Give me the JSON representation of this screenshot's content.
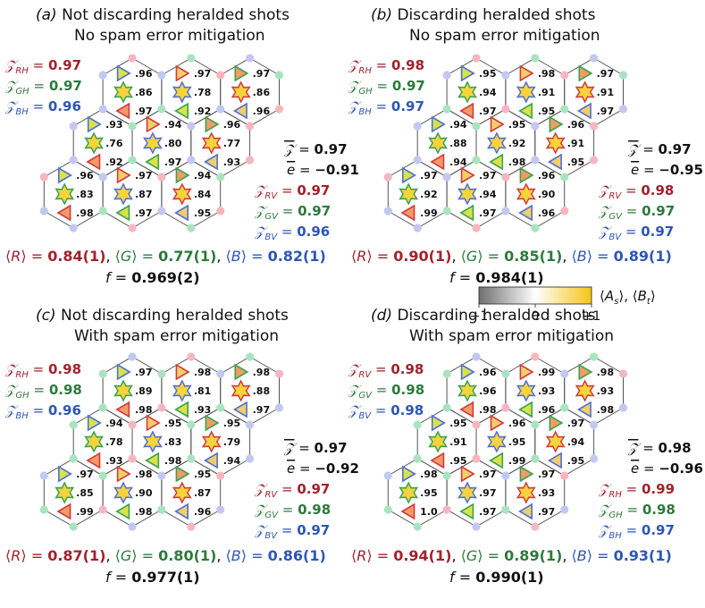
{
  "panels": [
    {
      "tag": "(a)",
      "title1": "Not discarding heralded shots",
      "title2": "No spam error mitigation",
      "top_stats": [
        {
          "sym": "𝒵",
          "sub": "RH",
          "val": "0.97",
          "color": "red"
        },
        {
          "sym": "𝒵",
          "sub": "GH",
          "val": "0.97",
          "color": "green"
        },
        {
          "sym": "𝒵",
          "sub": "BH",
          "val": "0.96",
          "color": "blue"
        }
      ],
      "bottom_stats": [
        {
          "sym": "𝒵",
          "sub": "RV",
          "val": "0.97",
          "color": "red"
        },
        {
          "sym": "𝒵",
          "sub": "GV",
          "val": "0.97",
          "color": "green"
        },
        {
          "sym": "𝒵",
          "sub": "BV",
          "val": "0.96",
          "color": "blue"
        }
      ],
      "zbar": "0.97",
      "ebar": "−0.91",
      "avg_R": "0.84(1)",
      "avg_G": "0.77(1)",
      "avg_B": "0.82(1)",
      "fidelity": "0.969(2)",
      "cells": [
        [
          ".96",
          ".86",
          ".97"
        ],
        [
          ".97",
          ".78",
          ".92"
        ],
        [
          ".97",
          ".86",
          ".96"
        ],
        [
          ".93",
          ".76",
          ".92"
        ],
        [
          ".94",
          ".80",
          ".97"
        ],
        [
          ".96",
          ".77",
          ".93"
        ],
        [
          ".96",
          ".83",
          ".98"
        ],
        [
          ".97",
          ".87",
          ".97"
        ],
        [
          ".94",
          ".84",
          ".95"
        ]
      ]
    },
    {
      "tag": "(b)",
      "title1": "Discarding heralded shots",
      "title2": "No spam error mitigation",
      "top_stats": [
        {
          "sym": "𝒵",
          "sub": "RH",
          "val": "0.98",
          "color": "red"
        },
        {
          "sym": "𝒵",
          "sub": "GH",
          "val": "0.97",
          "color": "green"
        },
        {
          "sym": "𝒵",
          "sub": "BH",
          "val": "0.97",
          "color": "blue"
        }
      ],
      "bottom_stats": [
        {
          "sym": "𝒵",
          "sub": "RV",
          "val": "0.98",
          "color": "red"
        },
        {
          "sym": "𝒵",
          "sub": "GV",
          "val": "0.97",
          "color": "green"
        },
        {
          "sym": "𝒵",
          "sub": "BV",
          "val": "0.97",
          "color": "blue"
        }
      ],
      "zbar": "0.97",
      "ebar": "−0.95",
      "avg_R": "0.90(1)",
      "avg_G": "0.85(1)",
      "avg_B": "0.89(1)",
      "fidelity": "0.984(1)",
      "cells": [
        [
          ".95",
          ".94",
          ".97"
        ],
        [
          ".98",
          ".91",
          ".95"
        ],
        [
          ".97",
          ".91",
          ".97"
        ],
        [
          ".94",
          ".88",
          ".94"
        ],
        [
          ".95",
          ".92",
          ".98"
        ],
        [
          ".96",
          ".91",
          ".95"
        ],
        [
          ".97",
          ".92",
          ".99"
        ],
        [
          ".97",
          ".94",
          ".97"
        ],
        [
          ".96",
          ".90",
          ".96"
        ]
      ]
    },
    {
      "tag": "(c)",
      "title1": "Not discarding heralded shots",
      "title2": "With spam error mitigation",
      "top_stats": [
        {
          "sym": "𝒵",
          "sub": "RH",
          "val": "0.98",
          "color": "red"
        },
        {
          "sym": "𝒵",
          "sub": "GH",
          "val": "0.98",
          "color": "green"
        },
        {
          "sym": "𝒵",
          "sub": "BH",
          "val": "0.96",
          "color": "blue"
        }
      ],
      "bottom_stats": [
        {
          "sym": "𝒵",
          "sub": "RV",
          "val": "0.97",
          "color": "red"
        },
        {
          "sym": "𝒵",
          "sub": "GV",
          "val": "0.98",
          "color": "green"
        },
        {
          "sym": "𝒵",
          "sub": "BV",
          "val": "0.97",
          "color": "blue"
        }
      ],
      "zbar": "0.97",
      "ebar": "−0.92",
      "avg_R": "0.87(1)",
      "avg_G": "0.80(1)",
      "avg_B": "0.86(1)",
      "fidelity": "0.977(1)",
      "cells": [
        [
          ".97",
          ".89",
          ".98"
        ],
        [
          ".98",
          ".81",
          ".93"
        ],
        [
          ".98",
          ".88",
          ".97"
        ],
        [
          ".94",
          ".78",
          ".93"
        ],
        [
          ".95",
          ".83",
          ".98"
        ],
        [
          ".95",
          ".79",
          ".94"
        ],
        [
          ".97",
          ".85",
          ".99"
        ],
        [
          ".98",
          ".90",
          ".98"
        ],
        [
          ".95",
          ".87",
          ".96"
        ]
      ]
    },
    {
      "tag": "(d)",
      "title1": "Discarding heralded shots",
      "title2": "With spam error mitigation",
      "top_stats": [
        {
          "sym": "𝒵",
          "sub": "RV",
          "val": "0.98",
          "color": "red"
        },
        {
          "sym": "𝒵",
          "sub": "GV",
          "val": "0.98",
          "color": "green"
        },
        {
          "sym": "𝒵",
          "sub": "BV",
          "val": "0.98",
          "color": "blue"
        }
      ],
      "bottom_stats": [
        {
          "sym": "𝒵",
          "sub": "RH",
          "val": "0.99",
          "color": "red"
        },
        {
          "sym": "𝒵",
          "sub": "GH",
          "val": "0.98",
          "color": "green"
        },
        {
          "sym": "𝒵",
          "sub": "BH",
          "val": "0.97",
          "color": "blue"
        }
      ],
      "zbar": "0.98",
      "ebar": "−0.96",
      "avg_R": "0.94(1)",
      "avg_G": "0.89(1)",
      "avg_B": "0.93(1)",
      "fidelity": "0.990(1)",
      "cells": [
        [
          ".96",
          ".96",
          ".98"
        ],
        [
          ".99",
          ".93",
          ".96"
        ],
        [
          ".98",
          ".93",
          ".98"
        ],
        [
          ".95",
          ".91",
          ".95"
        ],
        [
          ".96",
          ".95",
          ".99"
        ],
        [
          ".97",
          ".94",
          ".95"
        ],
        [
          ".98",
          ".95",
          "1.0"
        ],
        [
          ".97",
          ".97",
          ".97"
        ],
        [
          ".97",
          ".93",
          ".97"
        ]
      ]
    }
  ],
  "colorbar": {
    "min_label": "−1",
    "mid_label": "0",
    "max_label": "+1",
    "legend": "⟨A_s⟩, ⟨B_t⟩",
    "color_low": "#6f6f6f",
    "color_mid": "#ffffff",
    "color_high": "#f5c518"
  },
  "colors": {
    "red": "#a2222c",
    "green": "#2d7a3c",
    "blue": "#2d56b6",
    "dot_red": "#f6b6c0",
    "dot_green": "#a9e4c0",
    "dot_blue": "#c2c8f2",
    "tri_red_fill": "#f29b66",
    "tri_red_stroke": "#d23a3a",
    "tri_green_fill": "#d9e24a",
    "tri_green_stroke": "#3aa24f",
    "tri_blue_fill": "#f0cf6a",
    "tri_blue_stroke": "#4f6fd6",
    "star_fill": "#f7d33d"
  }
}
